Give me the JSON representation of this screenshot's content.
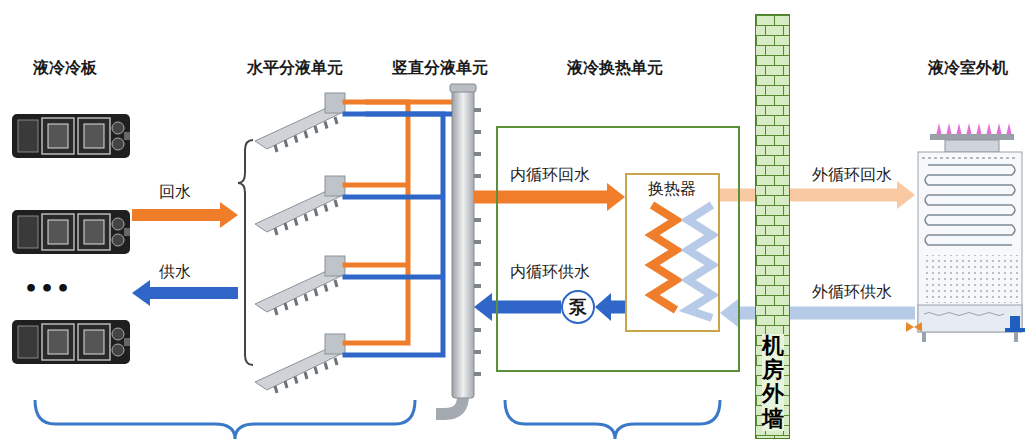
{
  "diagram": {
    "nodes": [
      {
        "text": [
          "液冷冷板"
        ]
      },
      {
        "text": [
          "水平分液单元"
        ]
      },
      {
        "text": [
          "竖直分液单元"
        ]
      },
      {
        "text": [
          "液冷换热单元"
        ]
      },
      {
        "text": [
          "换热器"
        ],
        "in": 3
      },
      {
        "text": [
          "泵"
        ],
        "in": 3
      },
      {
        "text": [
          "机房外墙"
        ]
      },
      {
        "text": [
          "液冷室外机"
        ]
      }
    ],
    "edges": [
      {
        "from": 0,
        "to": 1,
        "arrow": "to",
        "label": "回水"
      },
      {
        "from": 1,
        "to": 0,
        "arrow": "to",
        "label": "供水"
      },
      {
        "from": 1,
        "to": 2,
        "arrow": "none"
      },
      {
        "from": 1,
        "to": 2,
        "arrow": "none"
      },
      {
        "from": 2,
        "to": 4,
        "arrow": "to",
        "label": "内循环回水"
      },
      {
        "from": 4,
        "to": 5,
        "arrow": "to"
      },
      {
        "from": 5,
        "to": 2,
        "arrow": "to",
        "label": "内循环供水"
      },
      {
        "from": 4,
        "to": 7,
        "arrow": "to",
        "label": "外循环回水"
      },
      {
        "from": 7,
        "to": 4,
        "arrow": "to",
        "label": "外循环供水"
      }
    ],
    "labels": [
      "•••"
    ]
  }
}
